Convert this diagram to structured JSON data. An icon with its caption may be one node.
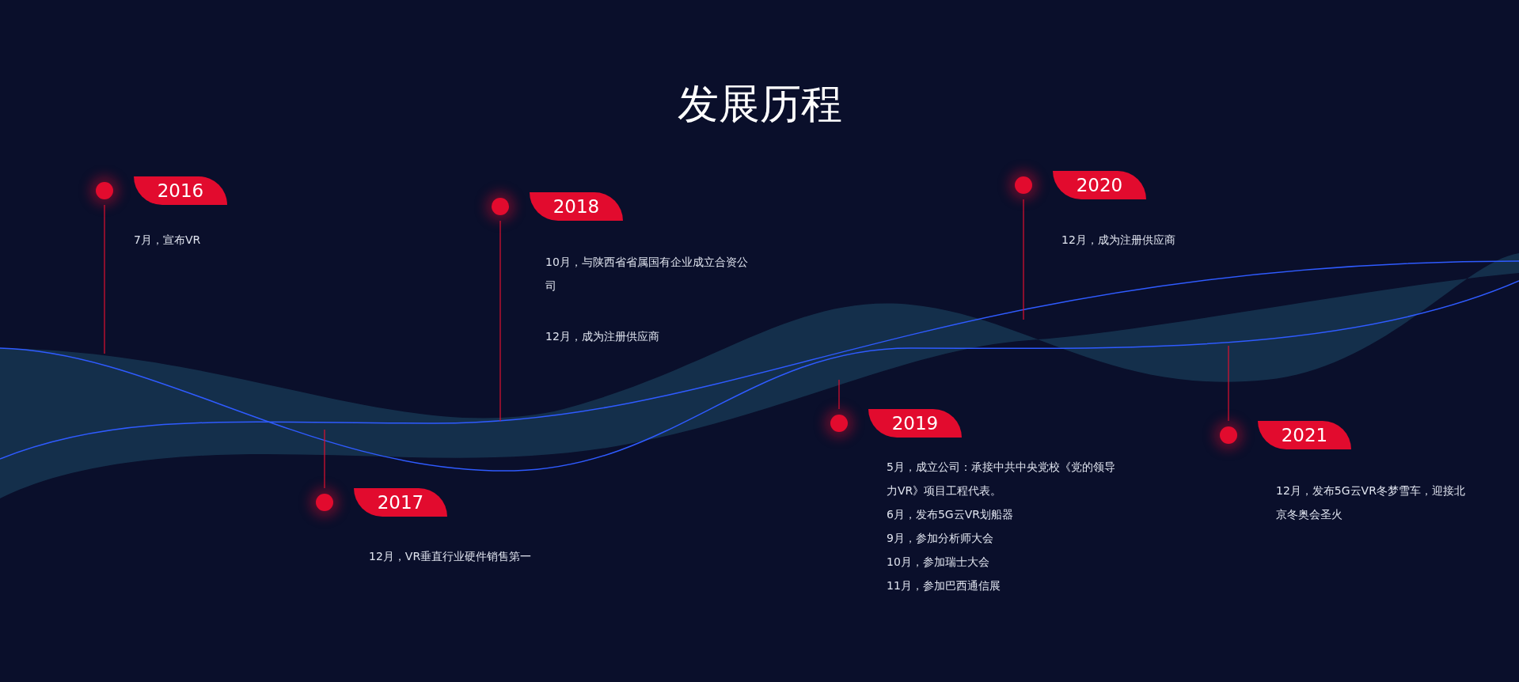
{
  "diagram": {
    "title": "发展历程",
    "nodes": [
      {
        "text": [
          "2016"
        ],
        "beside": [
          "7月，宣布VR"
        ]
      },
      {
        "text": [
          "2017"
        ],
        "beside": [
          "12月，VR垂直行业硬件销售第一"
        ]
      },
      {
        "text": [
          "2018"
        ],
        "beside": [
          "10月，与陕西省省属国有企业成立合资公司",
          "12月，成为注册供应商"
        ]
      },
      {
        "text": [
          "2019"
        ],
        "beside": [
          "5月，成立公司：承接中共中央党校《党的领导力VR》项目工程代表。",
          "6月，发布5G云VR划船器",
          "9月，参加分析师大会",
          "10月，参加瑞士大会",
          "11月，参加巴西通信展"
        ]
      },
      {
        "text": [
          "2020"
        ],
        "beside": [
          "12月，成为注册供应商"
        ]
      },
      {
        "text": [
          "2021"
        ],
        "beside": [
          "12月，发布5G云VR冬梦雪车，迎接北京冬奥会圣火"
        ]
      }
    ],
    "edges": [
      {
        "from": 0,
        "to": null,
        "arrow": "none"
      },
      {
        "from": 1,
        "to": null,
        "arrow": "none"
      },
      {
        "from": 2,
        "to": null,
        "arrow": "none"
      },
      {
        "from": 3,
        "to": null,
        "arrow": "none"
      },
      {
        "from": 4,
        "to": null,
        "arrow": "none"
      },
      {
        "from": 5,
        "to": null,
        "arrow": "none"
      }
    ]
  }
}
